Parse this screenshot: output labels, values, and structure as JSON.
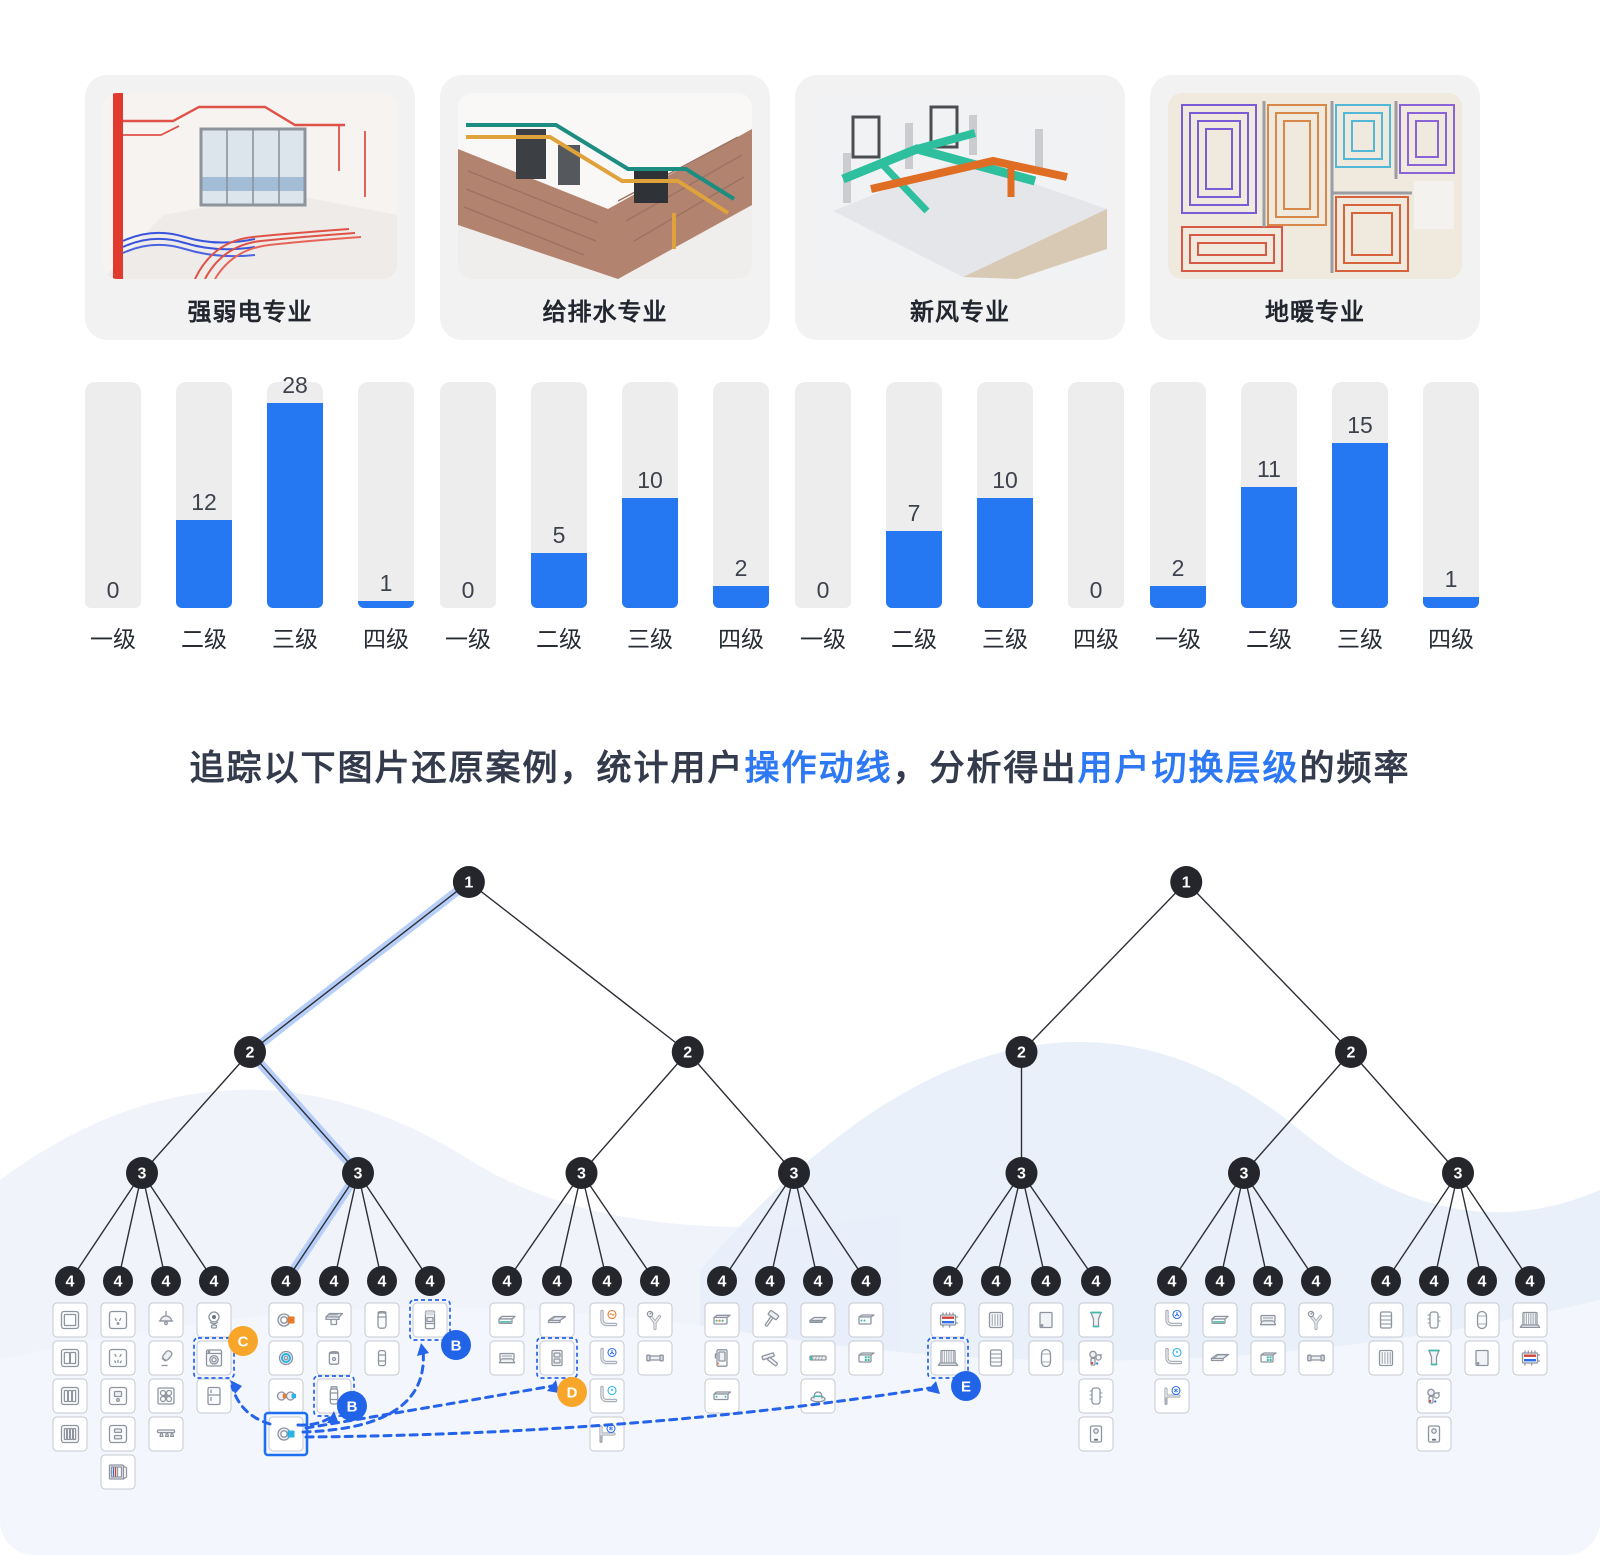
{
  "cards": [
    {
      "label": "强弱电专业",
      "image": "electrical"
    },
    {
      "label": "给排水专业",
      "image": "plumbing"
    },
    {
      "label": "新风专业",
      "image": "ventilation"
    },
    {
      "label": "地暖专业",
      "image": "floor-heating"
    }
  ],
  "chart_data": {
    "type": "bar",
    "categories": [
      "一级",
      "二级",
      "三级",
      "四级"
    ],
    "series": [
      {
        "name": "强弱电专业",
        "values": [
          0,
          12,
          28,
          1
        ]
      },
      {
        "name": "给排水专业",
        "values": [
          0,
          5,
          10,
          2
        ]
      },
      {
        "name": "新风专业",
        "values": [
          0,
          7,
          10,
          0
        ]
      },
      {
        "name": "地暖专业",
        "values": [
          2,
          11,
          15,
          1
        ]
      }
    ],
    "title": "",
    "xlabel": "",
    "ylabel": "",
    "grid": false,
    "value_labels": true,
    "legend_position": "none",
    "bar_color": "#2677f2",
    "track_color": "#ededee"
  },
  "headline": {
    "segments": [
      {
        "text": "追踪以下图片还原案例，统计用户",
        "emphasis": false
      },
      {
        "text": "操作动线",
        "emphasis": true
      },
      {
        "text": "，分析得出",
        "emphasis": false
      },
      {
        "text": "用户切换层级",
        "emphasis": true
      },
      {
        "text": "的频率",
        "emphasis": false
      }
    ]
  },
  "colors": {
    "accent_blue": "#2d78f4",
    "bar_blue": "#2677f2",
    "node_dark": "#24262c",
    "highlight_path": "#b7cef8",
    "dashed_connector": "#2563ea",
    "badge_orange": "#f8a62a",
    "badge_blue": "#2264e8"
  },
  "badges": [
    {
      "id": "c",
      "label": "C",
      "color": "#f8a62a"
    },
    {
      "id": "b1",
      "label": "B",
      "color": "#2264e8"
    },
    {
      "id": "b2",
      "label": "B",
      "color": "#2264e8"
    },
    {
      "id": "d",
      "label": "D",
      "color": "#f8a62a"
    },
    {
      "id": "e",
      "label": "E",
      "color": "#2264e8"
    }
  ],
  "connections": [
    {
      "from": "origin",
      "to": "c"
    },
    {
      "from": "origin",
      "to": "b1"
    },
    {
      "from": "origin",
      "to": "b2"
    },
    {
      "from": "origin",
      "to": "d"
    },
    {
      "from": "origin",
      "to": "e"
    }
  ],
  "highlight_route": {
    "tree": 0,
    "child_path": [
      0,
      1,
      0
    ]
  },
  "trees": [
    {
      "label": "1",
      "children": [
        {
          "label": "2",
          "children": [
            {
              "label": "3",
              "children": [
                {
                  "label": "4",
                  "icons": [
                    {
                      "icon": "switch-1gang"
                    },
                    {
                      "icon": "switch-2gang"
                    },
                    {
                      "icon": "switch-3gang"
                    },
                    {
                      "icon": "switch-4gang"
                    }
                  ]
                },
                {
                  "label": "4",
                  "icons": [
                    {
                      "icon": "socket-2pin"
                    },
                    {
                      "icon": "socket-5hole"
                    },
                    {
                      "icon": "socket-media"
                    },
                    {
                      "icon": "socket-panel"
                    },
                    {
                      "icon": "junction-box"
                    }
                  ]
                },
                {
                  "label": "4",
                  "icons": [
                    {
                      "icon": "pendant-lamp"
                    },
                    {
                      "icon": "spotlight"
                    },
                    {
                      "icon": "gas-hob"
                    },
                    {
                      "icon": "track-light"
                    }
                  ]
                },
                {
                  "label": "4",
                  "icons": [
                    {
                      "icon": "camera"
                    },
                    {
                      "icon": "washing-machine",
                      "frame": "dashed",
                      "badge": "c"
                    },
                    {
                      "icon": "fridge"
                    }
                  ]
                }
              ]
            },
            {
              "label": "3",
              "children": [
                {
                  "label": "4",
                  "icons": [
                    {
                      "icon": "speaker-orange-cube"
                    },
                    {
                      "icon": "speaker-blue-ring"
                    },
                    {
                      "icon": "speaker-pair"
                    },
                    {
                      "icon": "speaker-blue-cube",
                      "frame": "solid"
                    }
                  ]
                },
                {
                  "label": "4",
                  "icons": [
                    {
                      "icon": "ceiling-heater"
                    },
                    {
                      "icon": "filter-canister"
                    },
                    {
                      "icon": "water-purifier",
                      "frame": "dashed",
                      "badge": "b1"
                    }
                  ]
                },
                {
                  "label": "4",
                  "icons": [
                    {
                      "icon": "water-softener"
                    },
                    {
                      "icon": "filter-cylinder"
                    }
                  ]
                },
                {
                  "label": "4",
                  "icons": [
                    {
                      "icon": "water-dispenser",
                      "frame": "dashed",
                      "badge": "b2"
                    }
                  ]
                }
              ]
            }
          ]
        },
        {
          "label": "2",
          "children": [
            {
              "label": "3",
              "children": [
                {
                  "label": "4",
                  "icons": [
                    {
                      "icon": "ac-slim"
                    },
                    {
                      "icon": "ceiling-vent"
                    }
                  ]
                },
                {
                  "label": "4",
                  "icons": [
                    {
                      "icon": "ac-cassette"
                    },
                    {
                      "icon": "control-panel",
                      "frame": "dashed",
                      "badge": "d"
                    }
                  ]
                },
                {
                  "label": "4",
                  "icons": [
                    {
                      "icon": "pipe-heat"
                    },
                    {
                      "icon": "pipe-fan"
                    },
                    {
                      "icon": "pipe-drop"
                    },
                    {
                      "icon": "pipe-snow-t"
                    }
                  ]
                },
                {
                  "label": "4",
                  "icons": [
                    {
                      "icon": "gauge-y"
                    },
                    {
                      "icon": "pipe-straight"
                    }
                  ]
                }
              ]
            },
            {
              "label": "3",
              "children": [
                {
                  "label": "4",
                  "icons": [
                    {
                      "icon": "hrv-ports"
                    },
                    {
                      "icon": "hrv-tall"
                    },
                    {
                      "icon": "hrv-long"
                    }
                  ]
                },
                {
                  "label": "4",
                  "icons": [
                    {
                      "icon": "duct-tool"
                    },
                    {
                      "icon": "duct-angle"
                    }
                  ]
                },
                {
                  "label": "4",
                  "icons": [
                    {
                      "icon": "vent-slim"
                    },
                    {
                      "icon": "vent-long"
                    },
                    {
                      "icon": "diffuser"
                    }
                  ]
                },
                {
                  "label": "4",
                  "icons": [
                    {
                      "icon": "vent-box"
                    },
                    {
                      "icon": "dual-box"
                    }
                  ]
                }
              ]
            }
          ]
        }
      ]
    },
    {
      "label": "1",
      "children": [
        {
          "label": "2",
          "children": [
            {
              "label": "3",
              "children": [
                {
                  "label": "4",
                  "icons": [
                    {
                      "icon": "manifold"
                    },
                    {
                      "icon": "radiator-grid",
                      "frame": "dashed",
                      "badge": "e"
                    }
                  ]
                },
                {
                  "label": "4",
                  "icons": [
                    {
                      "icon": "radiator"
                    },
                    {
                      "icon": "towel-radiator"
                    }
                  ]
                },
                {
                  "label": "4",
                  "icons": [
                    {
                      "icon": "flat-panel"
                    },
                    {
                      "icon": "expansion-tank"
                    }
                  ]
                },
                {
                  "label": "4",
                  "icons": [
                    {
                      "icon": "y-fitting"
                    },
                    {
                      "icon": "pump-group"
                    },
                    {
                      "icon": "buffer-tank"
                    },
                    {
                      "icon": "boiler"
                    }
                  ]
                }
              ]
            }
          ]
        },
        {
          "label": "2",
          "children": [
            {
              "label": "3",
              "children": [
                {
                  "label": "4",
                  "icons": [
                    {
                      "icon": "pipe-fan"
                    },
                    {
                      "icon": "pipe-drop"
                    },
                    {
                      "icon": "pipe-snow-t"
                    }
                  ]
                },
                {
                  "label": "4",
                  "icons": [
                    {
                      "icon": "ac-slim"
                    },
                    {
                      "icon": "ac-cassette"
                    }
                  ]
                },
                {
                  "label": "4",
                  "icons": [
                    {
                      "icon": "ceiling-vent"
                    },
                    {
                      "icon": "dual-box"
                    }
                  ]
                },
                {
                  "label": "4",
                  "icons": [
                    {
                      "icon": "gauge-y"
                    },
                    {
                      "icon": "pipe-straight"
                    }
                  ]
                }
              ]
            },
            {
              "label": "3",
              "children": [
                {
                  "label": "4",
                  "icons": [
                    {
                      "icon": "towel-radiator"
                    },
                    {
                      "icon": "radiator"
                    }
                  ]
                },
                {
                  "label": "4",
                  "icons": [
                    {
                      "icon": "buffer-tank"
                    },
                    {
                      "icon": "y-fitting"
                    },
                    {
                      "icon": "pump-group"
                    },
                    {
                      "icon": "boiler"
                    }
                  ]
                },
                {
                  "label": "4",
                  "icons": [
                    {
                      "icon": "expansion-tank"
                    },
                    {
                      "icon": "flat-panel"
                    }
                  ]
                },
                {
                  "label": "4",
                  "icons": [
                    {
                      "icon": "radiator-grid"
                    },
                    {
                      "icon": "manifold"
                    }
                  ]
                }
              ]
            }
          ]
        }
      ]
    }
  ]
}
